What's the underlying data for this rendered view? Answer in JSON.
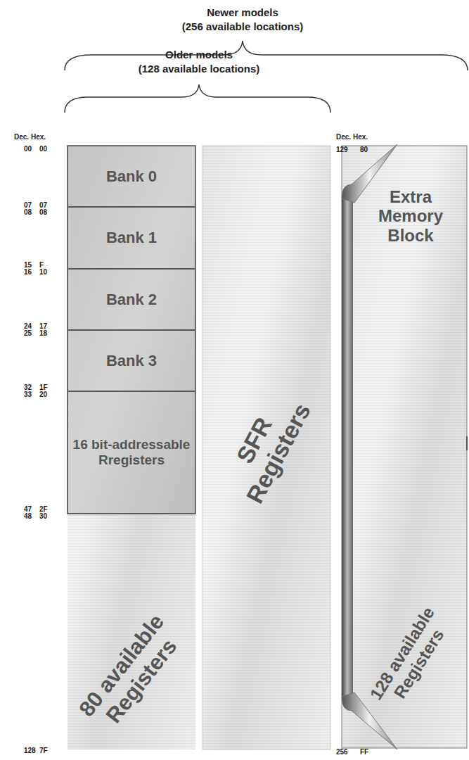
{
  "diagram": {
    "nodes": [
      {
        "text": [
          "Bank 0"
        ]
      },
      {
        "text": [
          "Bank 1"
        ]
      },
      {
        "text": [
          "Bank 2"
        ]
      },
      {
        "text": [
          "Bank 3"
        ]
      },
      {
        "text": [
          "16 bit-addressable Rregisters"
        ]
      },
      {
        "text": [
          "80 available Registers"
        ]
      },
      {
        "text": [
          "SFR Registers"
        ]
      },
      {
        "text": [
          "Extra Memory Block",
          "128 available Registers"
        ]
      }
    ],
    "labels": [
      "Newer models",
      "(256 available locations)",
      "Older models",
      "(128 available locations)",
      "Dec.",
      "Hex.",
      "00",
      "00",
      "07",
      "07",
      "08",
      "08",
      "15",
      "F",
      "16",
      "10",
      "24",
      "17",
      "25",
      "18",
      "32",
      "1F",
      "33",
      "20",
      "47",
      "2F",
      "48",
      "30",
      "128",
      "7F",
      "Dec.",
      "Hex.",
      "129",
      "80",
      "256",
      "FF"
    ]
  }
}
